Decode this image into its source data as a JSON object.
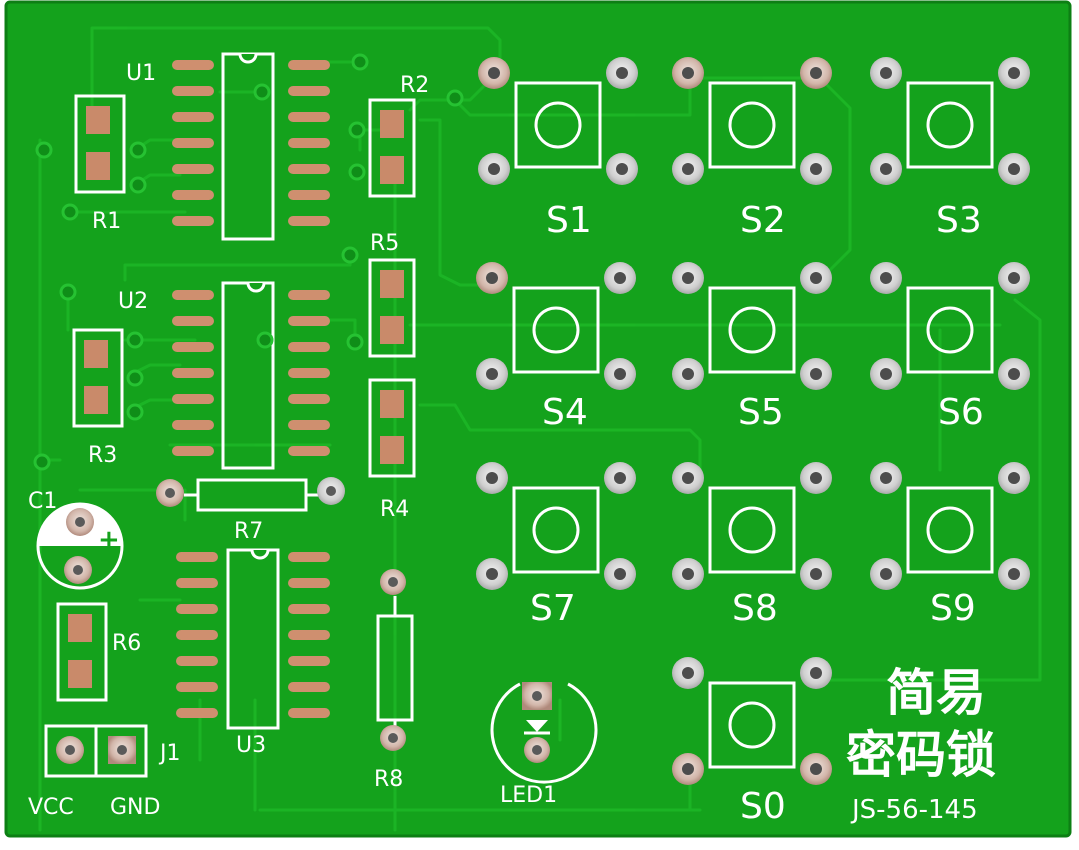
{
  "board": {
    "colors": {
      "mask": "#14a21c",
      "mask_dark": "#0f8e18",
      "trace": "#1bb526",
      "silkscreen": "#ffffff",
      "copper_pad": "#c98a6a",
      "tin_pad": "#d8d8d8",
      "background": "#ffffff"
    },
    "title_line1": "简易",
    "title_line2": "密码锁",
    "model": "JS-56-145"
  },
  "labels": {
    "u1": "U1",
    "u2": "U2",
    "u3": "U3",
    "r1": "R1",
    "r2": "R2",
    "r3": "R3",
    "r4": "R4",
    "r5": "R5",
    "r6": "R6",
    "r7": "R7",
    "r8": "R8",
    "c1": "C1",
    "c1_plus": "+",
    "j1": "J1",
    "led1": "LED1",
    "vcc": "VCC",
    "gnd": "GND"
  },
  "switches": {
    "s1": "S1",
    "s2": "S2",
    "s3": "S3",
    "s4": "S4",
    "s5": "S5",
    "s6": "S6",
    "s7": "S7",
    "s8": "S8",
    "s9": "S9",
    "s0": "S0"
  }
}
